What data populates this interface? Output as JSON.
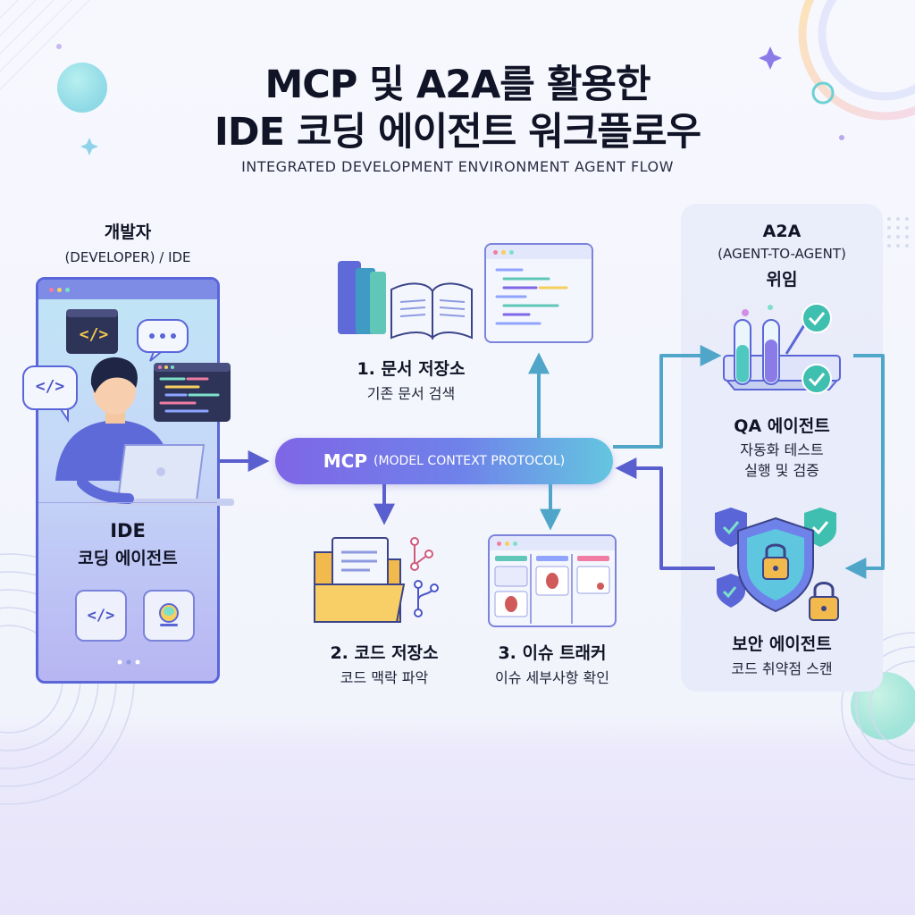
{
  "title": {
    "line1": "MCP 및 A2A를 활용한",
    "line2": "IDE 코딩 에이전트 워크플로우",
    "subtitle": "INTEGRATED DEVELOPMENT ENVIRONMENT AGENT FLOW"
  },
  "developer": {
    "heading": "개발자",
    "subheading": "(DEVELOPER) / IDE",
    "panel_title": "IDE",
    "panel_subtitle": "코딩 에이전트",
    "code_glyph": "</>"
  },
  "mcp": {
    "label_big": "MCP",
    "label_small": "(MODEL CONTEXT PROTOCOL)"
  },
  "nodes": {
    "docs": {
      "title": "1. 문서 저장소",
      "subtitle": "기존 문서 검색"
    },
    "code": {
      "title": "2. 코드 저장소",
      "subtitle": "코드 맥락 파악"
    },
    "issues": {
      "title": "3. 이슈 트래커",
      "subtitle": "이슈 세부사항 확인"
    }
  },
  "a2a": {
    "title": "A2A",
    "subtitle": "(AGENT-TO-AGENT)",
    "caption": "위임",
    "qa": {
      "title": "QA 에이전트",
      "line1": "자동화 테스트",
      "line2": "실행 및 검증"
    },
    "security": {
      "title": "보안 에이전트",
      "subtitle": "코드 취약점 스캔"
    }
  },
  "colors": {
    "arrow": "#5a5fcf",
    "arrow_teal": "#4fa6c9",
    "accent_purple": "#7f66e6",
    "accent_cyan": "#64c6e0"
  }
}
